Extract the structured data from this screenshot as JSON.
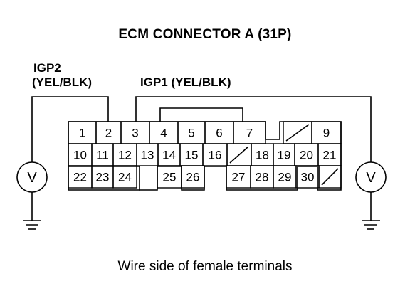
{
  "title": "ECM CONNECTOR A (31P)",
  "caption": "Wire side of female terminals",
  "labels": {
    "igp2": "IGP2",
    "igp2_wire": "(YEL/BLK)",
    "igp1": "IGP1 (YEL/BLK)"
  },
  "meter_symbol": "V",
  "connector": {
    "pins": [
      "1",
      "2",
      "3",
      "4",
      "5",
      "6",
      "7",
      "9",
      "10",
      "11",
      "12",
      "13",
      "14",
      "15",
      "16",
      "18",
      "19",
      "20",
      "21",
      "22",
      "23",
      "24",
      "25",
      "26",
      "27",
      "28",
      "29",
      "30"
    ],
    "empty_cavities": 3
  }
}
